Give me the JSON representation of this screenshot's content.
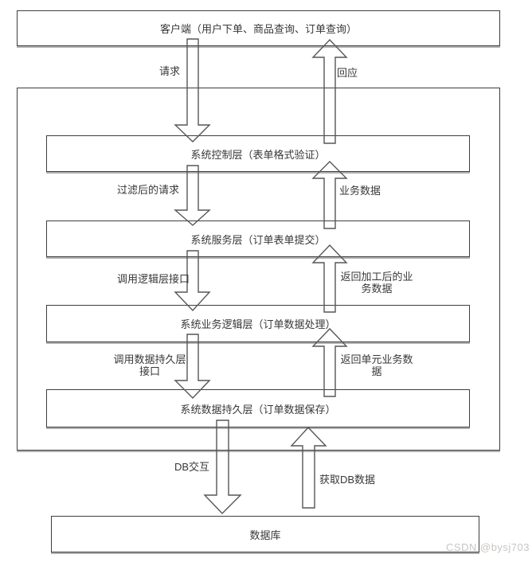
{
  "diagram": {
    "title_box": {
      "label": "客户端（用户下单、商品查询、订单查询）"
    },
    "layers": [
      {
        "id": "control",
        "label": "系统控制层（表单格式验证）"
      },
      {
        "id": "service",
        "label": "系统服务层（订单表单提交）"
      },
      {
        "id": "logic",
        "label": "系统业务逻辑层（订单数据处理）"
      },
      {
        "id": "persist",
        "label": "系统数据持久层（订单数据保存）"
      }
    ],
    "db_box": {
      "label": "数据库"
    },
    "flows": {
      "request": "请求",
      "response": "回应",
      "filtered_request": "过滤后的请求",
      "business_data": "业务数据",
      "call_logic_interface": "调用逻辑层接口",
      "return_processed_business_data": "返回加工后的业\n务数据",
      "call_persistence_interface": "调用数据持久层\n接口",
      "return_unit_business_data": "返回单元业务数\n据",
      "db_interaction": "DB交互",
      "get_db_data": "获取DB数据"
    },
    "watermark": "CSDN @bysj703",
    "colors": {
      "box_border": "#3e3e3e",
      "box_shadow": "#969696",
      "arrow_outline": "#565656",
      "text": "#383838",
      "watermark": "#c9c5c2",
      "background": "#ffffff"
    }
  }
}
